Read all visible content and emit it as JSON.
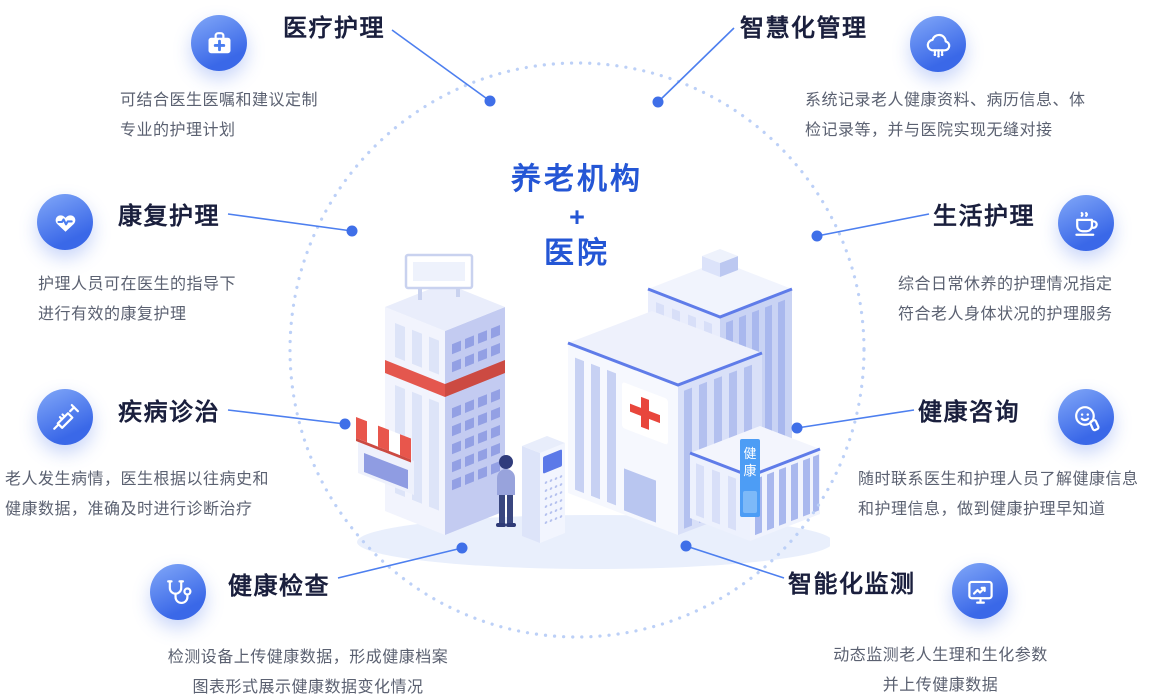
{
  "center": {
    "line1": "养老机构",
    "line2": "+",
    "line3": "医院"
  },
  "illustration": {
    "name": "isometric-hospital-and-care-buildings",
    "banner": [
      "健",
      "康"
    ]
  },
  "features": {
    "medical_care": {
      "title": "医疗护理",
      "icon": "first-aid-kit-icon",
      "desc1": "可结合医生医嘱和建议定制",
      "desc2": "专业的护理计划"
    },
    "smart_management": {
      "title": "智慧化管理",
      "icon": "cloud-network-icon",
      "desc1": "系统记录老人健康资料、病历信息、体",
      "desc2": "检记录等，并与医院实现无缝对接"
    },
    "rehab_care": {
      "title": "康复护理",
      "icon": "heart-pulse-icon",
      "desc1": "护理人员可在医生的指导下",
      "desc2": "进行有效的康复护理"
    },
    "life_care": {
      "title": "生活护理",
      "icon": "coffee-cup-icon",
      "desc1": "综合日常休养的护理情况指定",
      "desc2": "符合老人身体状况的护理服务"
    },
    "disease_treatment": {
      "title": "疾病诊治",
      "icon": "syringe-icon",
      "desc1": "老人发生病情，医生根据以往病史和",
      "desc2": "健康数据，准确及时进行诊断治疗"
    },
    "health_consult": {
      "title": "健康咨询",
      "icon": "phone-consult-icon",
      "desc1": "随时联系医生和护理人员了解健康信息",
      "desc2": "和护理信息，做到健康护理早知道"
    },
    "health_check": {
      "title": "健康检查",
      "icon": "stethoscope-icon",
      "desc1": "检测设备上传健康数据，形成健康档案",
      "desc2": "图表形式展示健康数据变化情况"
    },
    "smart_monitor": {
      "title": "智能化监测",
      "icon": "monitor-chart-icon",
      "desc1": "动态监测老人生理和生化参数",
      "desc2": "并上传健康数据"
    }
  },
  "colors": {
    "accent": "#3f6fe8",
    "title_text": "#1a1f3d",
    "desc_text": "#5b6171",
    "center_text": "#2456d5",
    "circle_dots": "#bcd0f7",
    "red_accent": "#e8554d"
  }
}
